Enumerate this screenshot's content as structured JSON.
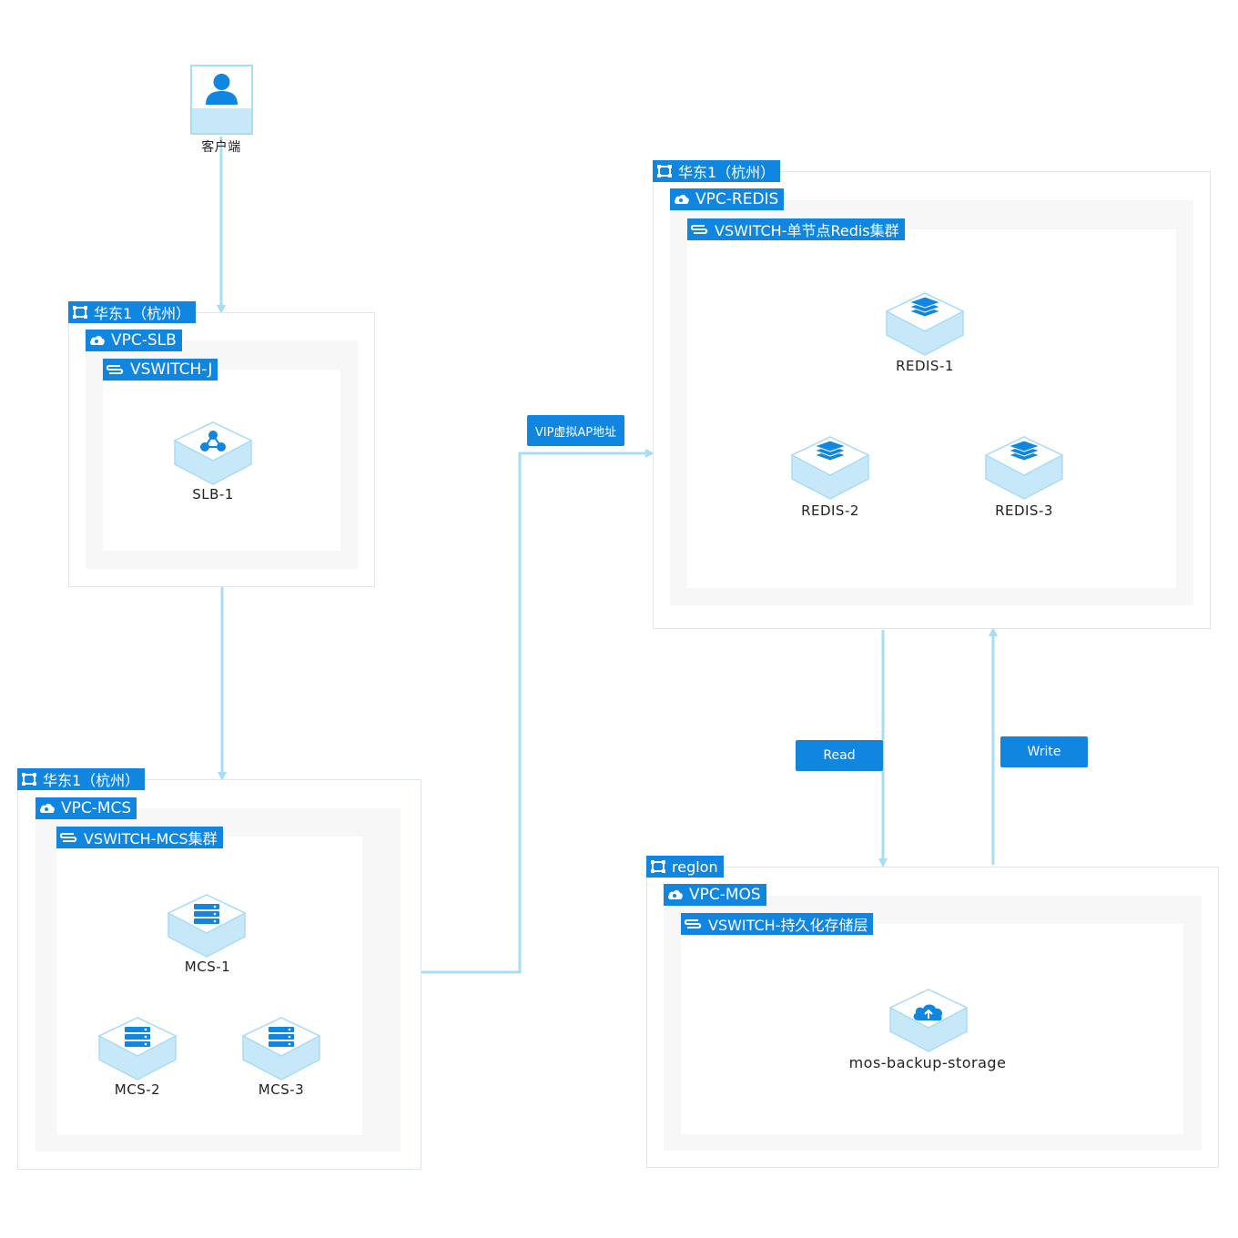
{
  "client": {
    "label": "客户端"
  },
  "groups": [
    {
      "region": "华东1（杭州）",
      "vpc": "VPC-SLB",
      "vswitch": "VSWITCH-J",
      "nodes": [
        {
          "label": "SLB-1",
          "icon": "slb-icon"
        }
      ]
    },
    {
      "region": "华东1（杭州）",
      "vpc": "VPC-MCS",
      "vswitch": "VSWITCH-MCS集群",
      "nodes": [
        {
          "label": "MCS-1",
          "icon": "server-icon"
        },
        {
          "label": "MCS-2",
          "icon": "server-icon"
        },
        {
          "label": "MCS-3",
          "icon": "server-icon"
        }
      ]
    },
    {
      "region": "华东1（杭州）",
      "vpc": "VPC-REDIS",
      "vswitch": "VSWITCH-单节点Redis集群",
      "nodes": [
        {
          "label": "REDIS-1",
          "icon": "redis-icon"
        },
        {
          "label": "REDIS-2",
          "icon": "redis-icon"
        },
        {
          "label": "REDIS-3",
          "icon": "redis-icon"
        }
      ]
    },
    {
      "region": "reglon",
      "vpc": "VPC-MOS",
      "vswitch": "VSWITCH-持久化存储层",
      "nodes": [
        {
          "label": "mos-backup-storage",
          "icon": "cloud-storage-icon"
        }
      ]
    }
  ],
  "edge_labels": {
    "vip": "VIP虚拟AP地址",
    "read": "Read",
    "write": "Write"
  },
  "colors": {
    "accent": "#1186e0",
    "connector": "#a9dcf5",
    "border": "#dfe6ec",
    "vpc_fill": "#f7f7f7"
  }
}
